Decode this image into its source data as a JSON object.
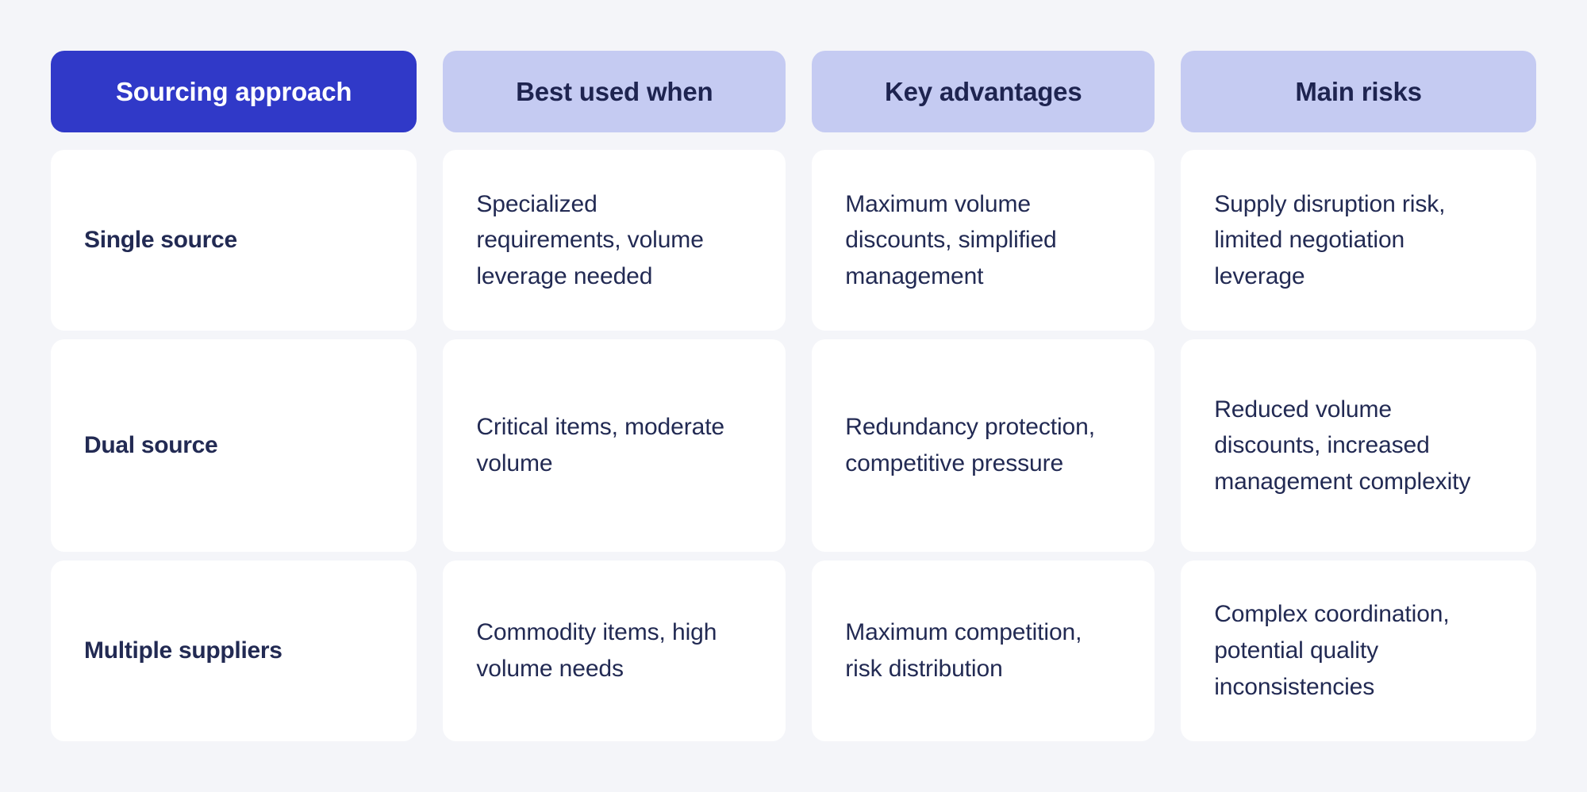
{
  "table": {
    "headers": [
      {
        "label": "Sourcing approach",
        "style": "primary"
      },
      {
        "label": "Best used when",
        "style": "secondary"
      },
      {
        "label": "Key advantages",
        "style": "secondary"
      },
      {
        "label": "Main risks",
        "style": "secondary"
      }
    ],
    "rows": [
      {
        "approach": "Single source",
        "best_used_when": "Specialized requirements, volume leverage needed",
        "key_advantages": "Maximum volume discounts, simplified management",
        "main_risks": "Supply disruption risk, limited negotiation leverage"
      },
      {
        "approach": "Dual source",
        "best_used_when": "Critical items, moderate volume",
        "key_advantages": "Redundancy protection, competitive pressure",
        "main_risks": "Reduced volume discounts, increased management complexity"
      },
      {
        "approach": "Multiple suppliers",
        "best_used_when": "Commodity items, high volume needs",
        "key_advantages": "Maximum competition, risk distribution",
        "main_risks": "Complex coordination, potential quality inconsistencies"
      }
    ]
  },
  "colors": {
    "page_background": "#f4f5f9",
    "header_primary_background": "#3039c8",
    "header_primary_text": "#ffffff",
    "header_secondary_background": "#c5cbf2",
    "header_secondary_text": "#1e2450",
    "cell_background": "#ffffff",
    "cell_text": "#222a53"
  }
}
